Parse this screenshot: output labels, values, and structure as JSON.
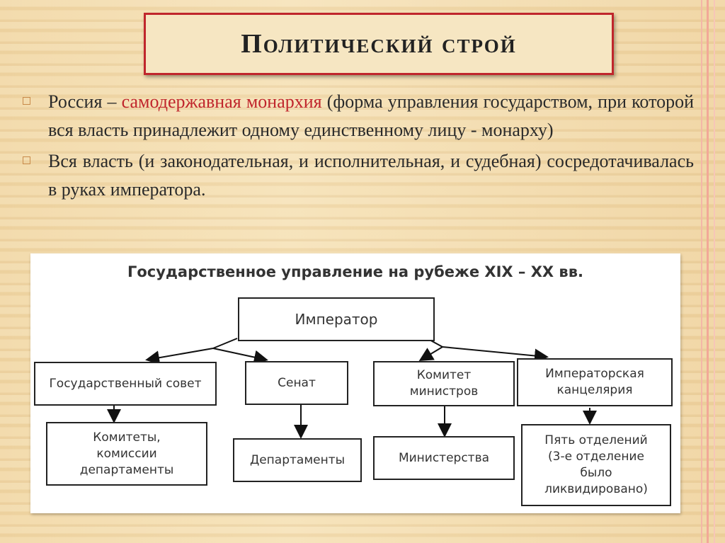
{
  "title": "Политический строй",
  "bullets": [
    {
      "before": "Россия – ",
      "highlight": "самодержавная монархия",
      "after": " (форма управления государством, при которой вся власть принадлежит одному единственному лицу - монарху)"
    },
    {
      "text": "Вся власть (и законодательная, и исполнительная, и судебная) сосредотачивалась в руках императора."
    }
  ],
  "diagram": {
    "title": "Государственное управление на рубеже XIX – XX вв.",
    "nodes": {
      "emperor": "Император",
      "state_council": "Государственный совет",
      "senate": "Сенат",
      "committee_ministers": "Комитет\nминистров",
      "imperial_chancellery": "Императорская\nканцелярия",
      "committees_commissions": "Комитеты,\nкомиссии\nдепартаменты",
      "departments": "Департаменты",
      "ministries": "Министерства",
      "five_departments": "Пять отделений\n(3-е отделение\nбыло\nликвидировано)"
    }
  },
  "colors": {
    "accent_red": "#c0262c",
    "background": "#f2d9a8"
  }
}
